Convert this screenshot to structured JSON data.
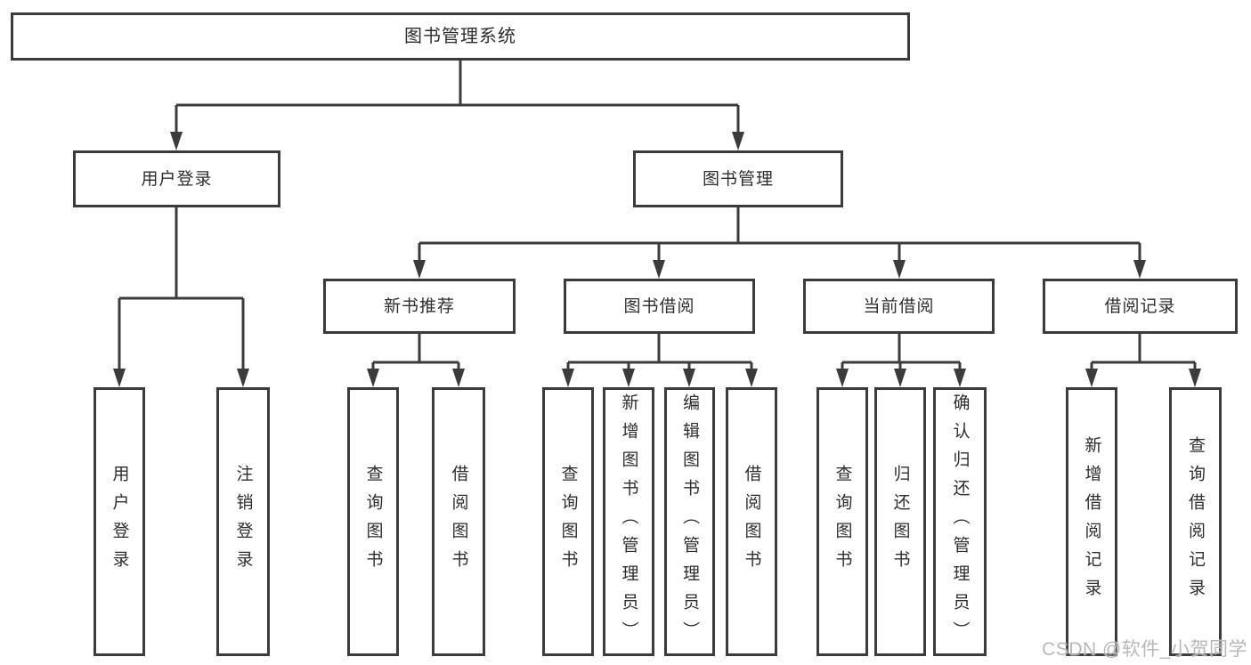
{
  "diagram": {
    "root": "图书管理系统",
    "branches": [
      {
        "label": "用户登录",
        "children": [
          {
            "label": "用户登录"
          },
          {
            "label": "注销登录"
          }
        ]
      },
      {
        "label": "图书管理",
        "children": [
          {
            "label": "新书推荐",
            "children": [
              {
                "label": "查询图书"
              },
              {
                "label": "借阅图书"
              }
            ]
          },
          {
            "label": "图书借阅",
            "children": [
              {
                "label": "查询图书"
              },
              {
                "label": "新增图书（管理员）"
              },
              {
                "label": "编辑图书（管理员）"
              },
              {
                "label": "借阅图书"
              }
            ]
          },
          {
            "label": "当前借阅",
            "children": [
              {
                "label": "查询图书"
              },
              {
                "label": "归还图书"
              },
              {
                "label": "确认归还（管理员）"
              }
            ]
          },
          {
            "label": "借阅记录",
            "children": [
              {
                "label": "新增借阅记录"
              },
              {
                "label": "查询借阅记录"
              }
            ]
          }
        ]
      }
    ]
  },
  "watermark": {
    "text": "CSDN @软件_小贺同学"
  },
  "colors": {
    "line": "#3b3b3b",
    "box_border": "#3b3b3b",
    "box_bg": "#ffffff",
    "text": "#2e2e2e",
    "watermark": "#b2b2b2"
  }
}
